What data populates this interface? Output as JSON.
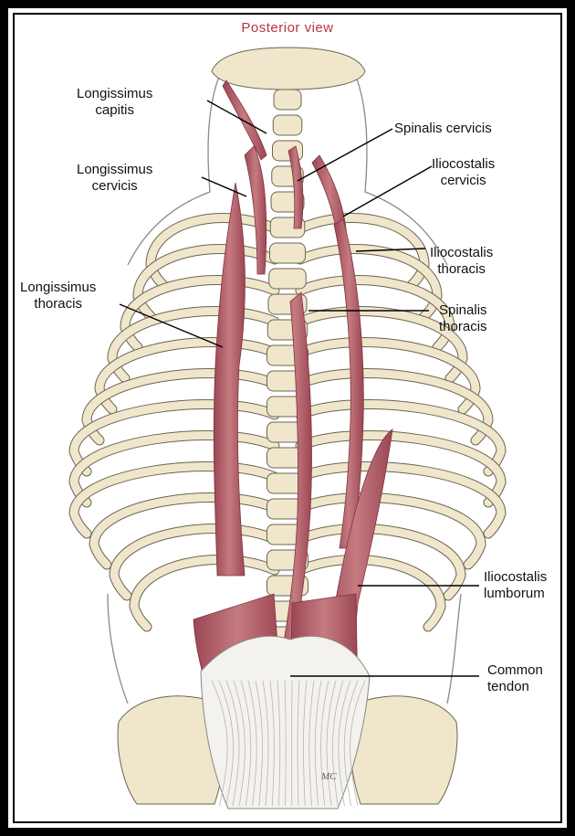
{
  "title": "Posterior view",
  "signature": "MC",
  "colors": {
    "bone": "#efe6cc",
    "muscle": "#b5606a",
    "tendon": "#f4f2ee",
    "outline": "#6b6450"
  },
  "labels": {
    "longissimus_capitis": [
      "Longissimus",
      "capitis"
    ],
    "longissimus_cervicis": [
      "Longissimus",
      "cervicis"
    ],
    "longissimus_thoracis": [
      "Longissimus",
      "thoracis"
    ],
    "spinalis_cervicis": [
      "Spinalis cervicis"
    ],
    "iliocostalis_cervicis": [
      "Iliocostalis",
      "cervicis"
    ],
    "iliocostalis_thoracis": [
      "Iliocostalis",
      "thoracis"
    ],
    "spinalis_thoracis": [
      "Spinalis",
      "thoracis"
    ],
    "iliocostalis_lumborum": [
      "Iliocostalis",
      "lumborum"
    ],
    "common_tendon": [
      "Common",
      "tendon"
    ]
  }
}
